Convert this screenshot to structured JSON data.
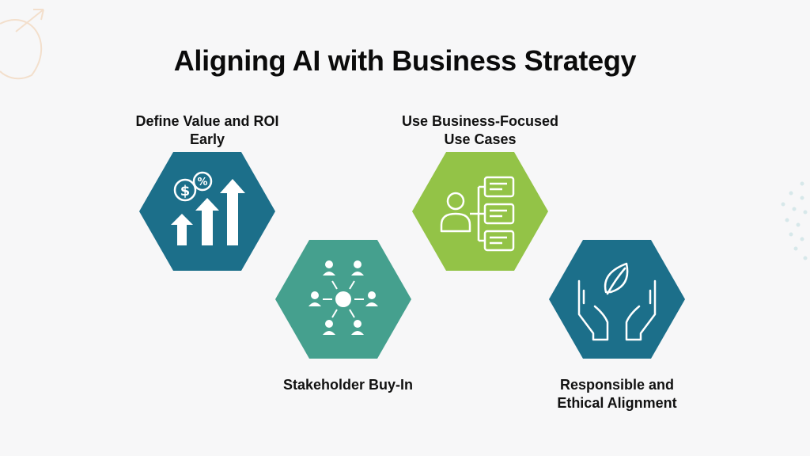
{
  "title": "Aligning AI with Business Strategy",
  "items": [
    {
      "label_line1": "Define Value and ROI",
      "label_line2": "Early",
      "icon": "growth-chart-icon",
      "color": "#1c6f8a"
    },
    {
      "label_line1": "Stakeholder Buy-In",
      "label_line2": "",
      "icon": "network-people-icon",
      "color": "#45a08e"
    },
    {
      "label_line1": "Use Business-Focused",
      "label_line2": "Use Cases",
      "icon": "person-flowchart-icon",
      "color": "#93c347"
    },
    {
      "label_line1": "Responsible and",
      "label_line2": "Ethical Alignment",
      "icon": "hands-leaf-icon",
      "color": "#1c6f8a"
    }
  ]
}
